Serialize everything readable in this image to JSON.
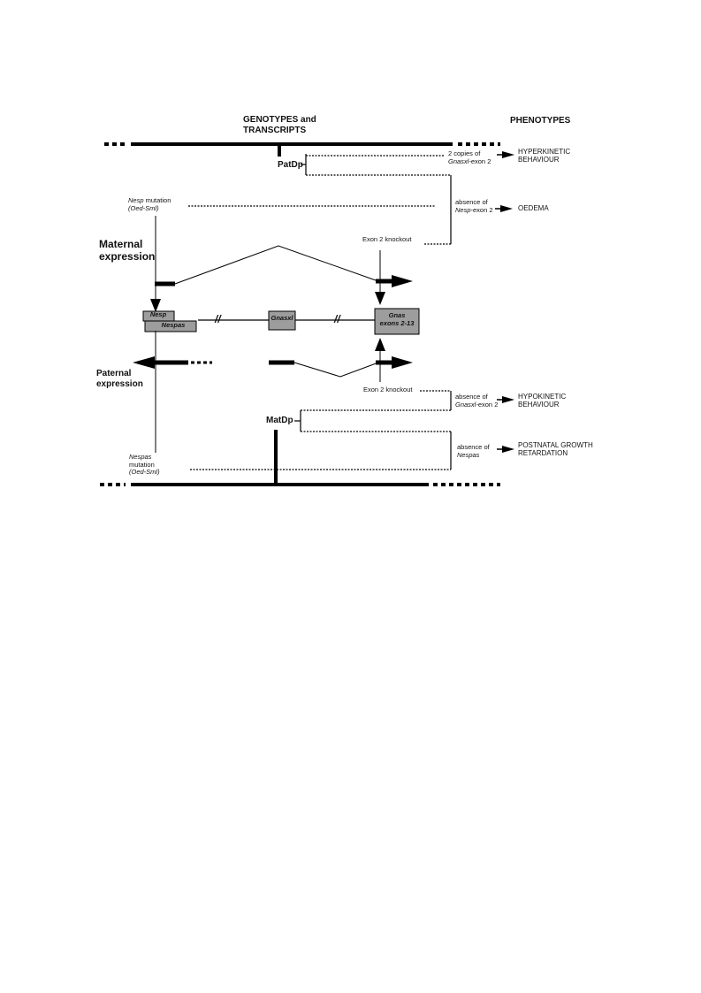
{
  "headers": {
    "genotypes": "GENOTYPES and\nTRANSCRIPTS",
    "phenotypes": "PHENOTYPES"
  },
  "labels": {
    "patdp": "PatDp",
    "matdp": "MatDp",
    "maternal": "Maternal\nexpression",
    "paternal": "Paternal\nexpression",
    "nesp_mut_a": "Nesp",
    "nesp_mut_b": " mutation",
    "nesp_mut_c": "(Oed-Sml)",
    "nespas_mut_a": "Nespas",
    "nespas_mut_b": "mutation",
    "nespas_mut_c": "(Oed-Sml)",
    "exon2_ko_top": "Exon 2 knockout",
    "exon2_ko_bottom": "Exon 2 knockout"
  },
  "boxes": {
    "nesp": "Nesp",
    "nespas": "Nespas",
    "gnasxl": "Gnasxl",
    "gnas": "Gnas\nexons 2-13"
  },
  "breaks": {
    "left": "//",
    "right": "//"
  },
  "causes": {
    "c1_a": "2 copies of",
    "c1_b": "Gnasxl",
    "c1_c": "-exon 2",
    "c2_a": "absence of",
    "c2_b": "Nesp",
    "c2_c": "-exon 2",
    "c3_a": "absence of",
    "c3_b": "Gnasxl",
    "c3_c": "-exon 2",
    "c4_a": "absence of",
    "c4_b": "Nespas"
  },
  "phenotypes": {
    "p1": "HYPERKINETIC\nBEHAVIOUR",
    "p2": "OEDEMA",
    "p3": "HYPOKINETIC\nBEHAVIOUR",
    "p4": "POSTNATAL GROWTH\nRETARDATION"
  }
}
